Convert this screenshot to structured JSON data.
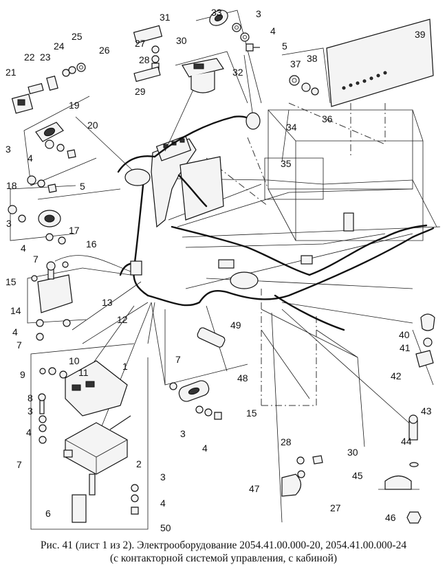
{
  "figure": {
    "caption_line1": "Рис. 41 (лист 1 из 2). Электрооборудование 2054.41.00.000-20, 2054.41.00.000-24",
    "caption_line2": "(с контакторной системой управления, с кабиной)"
  },
  "callouts": [
    "1",
    "2",
    "3",
    "4",
    "5",
    "6",
    "7",
    "8",
    "9",
    "10",
    "11",
    "12",
    "13",
    "14",
    "15",
    "16",
    "17",
    "18",
    "19",
    "20",
    "21",
    "22",
    "23",
    "24",
    "25",
    "26",
    "27",
    "28",
    "29",
    "30",
    "31",
    "32",
    "33",
    "34",
    "35",
    "36",
    "37",
    "38",
    "39",
    "40",
    "41",
    "42",
    "43",
    "44",
    "45",
    "46",
    "47",
    "48",
    "49",
    "50"
  ],
  "repeated_callouts": [
    "3",
    "4",
    "5",
    "7",
    "15",
    "27",
    "28",
    "30"
  ]
}
